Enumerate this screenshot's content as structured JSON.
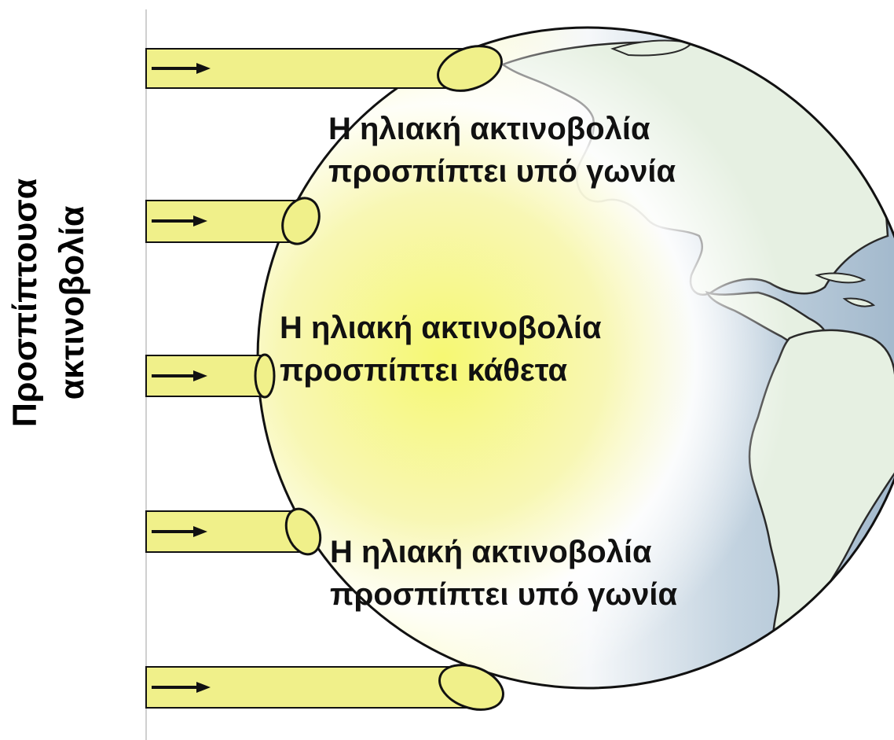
{
  "side_label": {
    "line1": "Προσπίπτουσα",
    "line2": "ακτινοβολία"
  },
  "captions": {
    "top": {
      "line1": "Η ηλιακή ακτινοβολία",
      "line2": "προσπίπτει υπό γωνία"
    },
    "middle": {
      "line1": "Η ηλιακή ακτινοβολία",
      "line2": "προσπίπτει κάθετα"
    },
    "bottom": {
      "line1": "Η ηλιακή ακτινοβολία",
      "line2": "προσπίπτει υπό γωνία"
    }
  },
  "colors": {
    "ray_fill": "#f0f08a",
    "ocean": "#a9c0d2",
    "land": "#e8f1e4",
    "sunlit": "#f4f67a",
    "outline": "#111111"
  },
  "icons": [
    "arrow-right-icon",
    "globe-icon"
  ]
}
